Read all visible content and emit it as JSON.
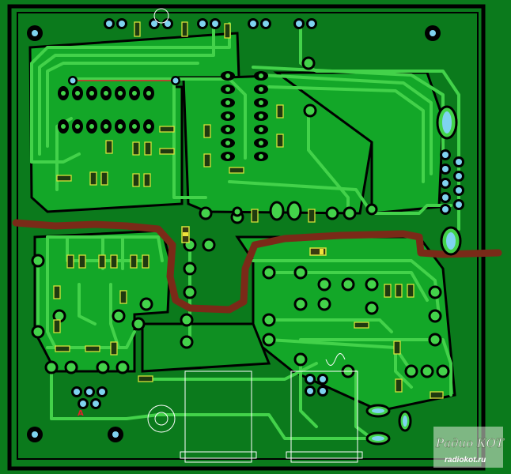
{
  "board": {
    "background_color": "#0b7a1c",
    "copper_color": "#13a728",
    "trace_color": "#43d24a",
    "pad_color": "#7fd3f0",
    "ground_cut_color": "#7a2a18",
    "silkscreen_color": "#ffffff"
  },
  "marker": {
    "label": "A",
    "color": "#e0202a"
  },
  "watermark": {
    "top_text": "Радио КОТ",
    "bottom_text": "radiokot.ru"
  }
}
